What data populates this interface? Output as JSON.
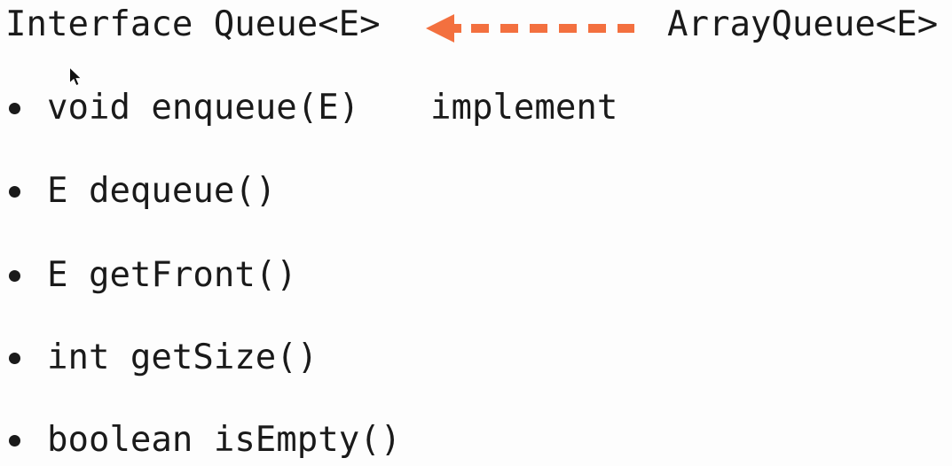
{
  "page": {
    "background": "#fdfdfd",
    "text_color": "#1a1a1a"
  },
  "diagram": {
    "interface_title": "Interface Queue<E>",
    "implementation_title": "ArrayQueue<E>",
    "relationship_label": "implement",
    "arrow": {
      "icon": "dashed-arrow-left",
      "color": "#f3703f",
      "direction": "right-to-left",
      "style": "dashed"
    }
  },
  "methods": [
    {
      "label": "void enqueue(E)"
    },
    {
      "label": "E dequeue()"
    },
    {
      "label": "E getFront()"
    },
    {
      "label": "int getSize()"
    },
    {
      "label": "boolean isEmpty()"
    }
  ],
  "cursor": {
    "icon": "mouse-pointer"
  }
}
